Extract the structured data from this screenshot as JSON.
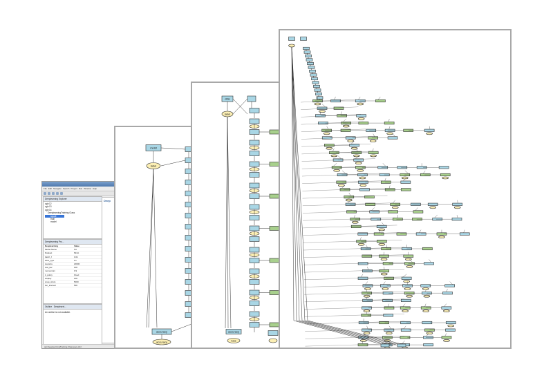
{
  "ide": {
    "menu": [
      "File",
      "Edit",
      "Navigate",
      "Search",
      "Project",
      "Run",
      "Window",
      "Help"
    ],
    "explorer_tab": "Deeplearning Explorer",
    "tree": [
      "cgi.r12",
      "cgi.r13",
      "cgi.r14",
      "DeeplearningTraining Class",
      "squall",
      "train",
      "model"
    ],
    "properties_tab": "Deeplearning Pro...",
    "properties_header": [
      "Deeplearning",
      "Value"
    ],
    "properties": [
      [
        "Model Name",
        "S4"
      ],
      [
        "Dataset",
        "Mnist"
      ],
      [
        "batch_f",
        "0.01"
      ],
      [
        "lrPol_type",
        "inv"
      ],
      [
        "stepsize",
        "20000"
      ],
      [
        "test_iter",
        "100"
      ],
      [
        "momentum",
        "0.9"
      ],
      [
        "it_policy",
        "Fixed"
      ],
      [
        "display",
        "100"
      ],
      [
        "snap_shots",
        "5000"
      ],
      [
        "iter_interval",
        "500"
      ]
    ],
    "outline_tab": "Outline",
    "outline_tab2": "Deeplearni...",
    "outline_message": "An outline is not available.",
    "editor_title": "Deep",
    "status": "cgi.DeeplearningTraining.Class.java.dml"
  },
  "diagram_small": {
    "nodes": [
      "mnist",
      "label",
      "accuracy",
      "accuracy"
    ]
  },
  "diagram_medium": {
    "nodes": [
      "cifar",
      "label",
      "accuracy",
      "loss"
    ]
  },
  "colors": {
    "conv_node": "#a9d6e5",
    "loss_node": "#a8d08d",
    "oval_node": "#fcefb4",
    "panel_border": "#a8a8a8"
  }
}
